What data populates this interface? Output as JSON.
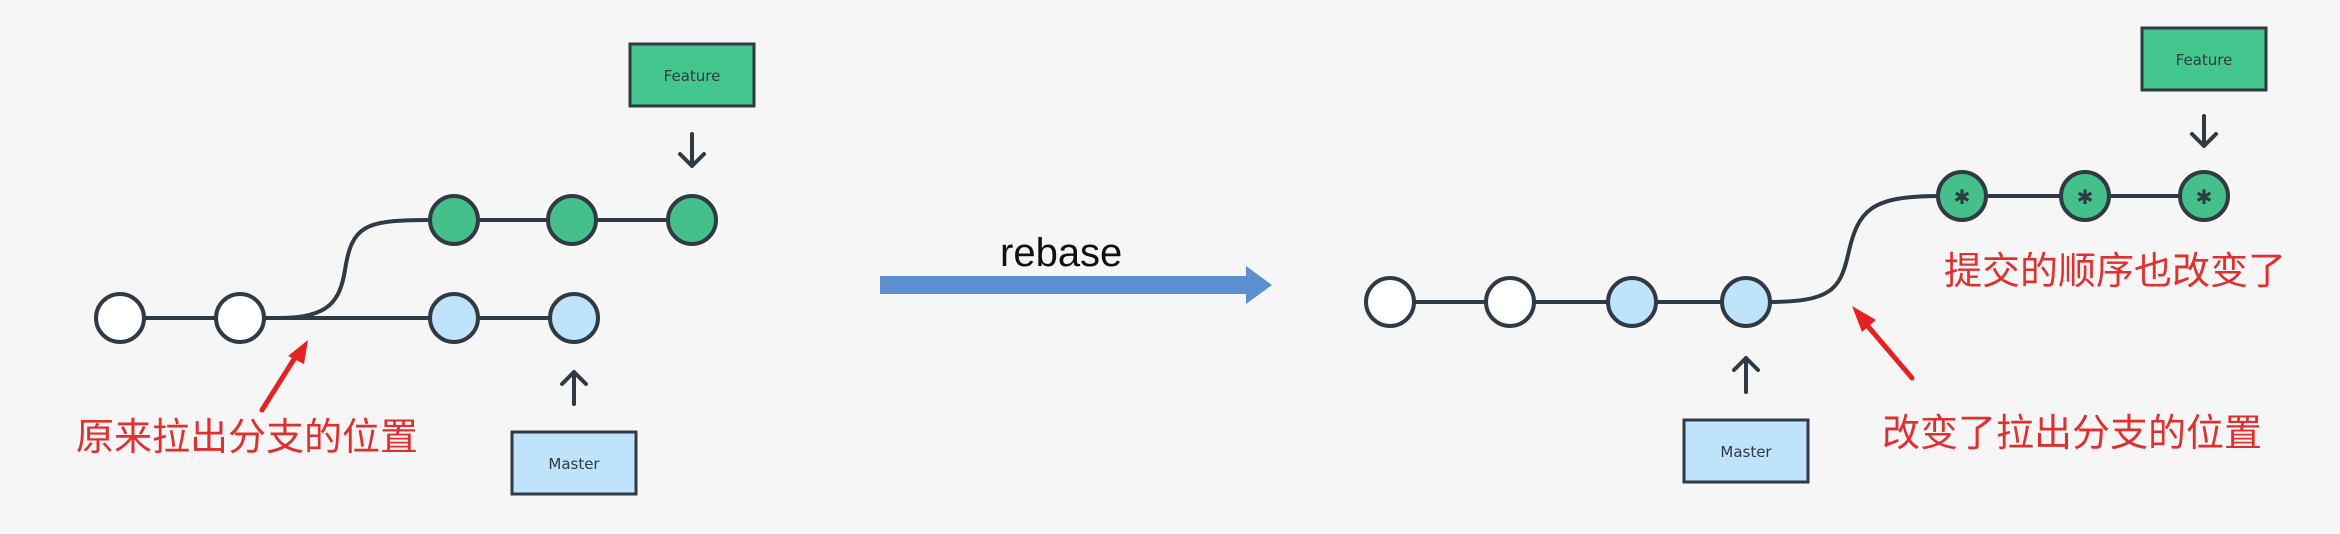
{
  "left": {
    "feature_label": "Feature",
    "master_label": "Master",
    "note": "原来拉出分支的位置"
  },
  "middle": {
    "operation": "rebase",
    "arrow_color": "#5b8fd0"
  },
  "right": {
    "feature_label": "Feature",
    "master_label": "Master",
    "note_commits": "提交的顺序也改变了",
    "note_branch": "改变了拉出分支的位置"
  },
  "colors": {
    "feature_commit": "#45c08a",
    "master_commit": "#bfe3fb",
    "base_commit": "#ffffff",
    "note_red": "#e02f2f"
  }
}
